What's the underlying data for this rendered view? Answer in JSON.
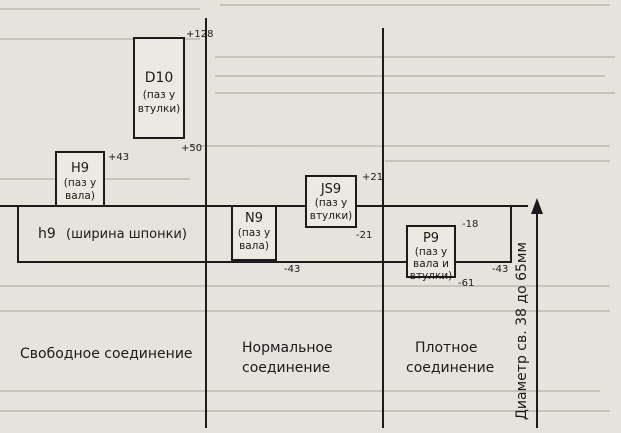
{
  "fields": [
    {
      "id": "d10",
      "code": "D10",
      "desc": [
        "(паз у",
        "втулки)"
      ],
      "upper": "+128",
      "lower": "+50"
    },
    {
      "id": "h9-hole",
      "code": "H9",
      "desc": [
        "(паз у",
        "вала)"
      ],
      "upper": "+43",
      "lower": ""
    },
    {
      "id": "h9-shaft",
      "code": "h9",
      "desc": [
        "(ширина шпонки)"
      ],
      "upper": "",
      "lower": ""
    },
    {
      "id": "n9",
      "code": "N9",
      "desc": [
        "(паз у",
        "вала)"
      ],
      "upper": "",
      "lower": "-43"
    },
    {
      "id": "js9",
      "code": "JS9",
      "desc": [
        "(паз у",
        "втулки)"
      ],
      "upper": "+21",
      "lower": "-21"
    },
    {
      "id": "p9",
      "code": "P9",
      "desc": [
        "(паз у",
        "вала и",
        "втулки)"
      ],
      "upper": "-18",
      "lower": "-61"
    }
  ],
  "shaft_tol": {
    "right_lower": "-43"
  },
  "sections": {
    "free": "Свободное соединение",
    "normal": [
      "Нормальное",
      "соединение"
    ],
    "tight": [
      "Плотное",
      "соединение"
    ]
  },
  "axis_label": "Диаметр св. 38 до 65мм"
}
